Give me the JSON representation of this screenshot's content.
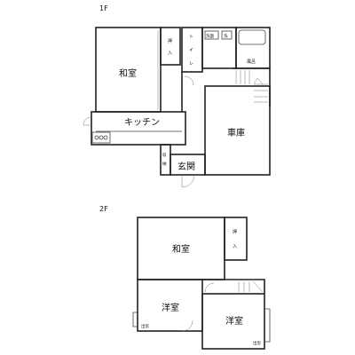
{
  "floors": {
    "first": {
      "label": "1F",
      "washitsu": "和室",
      "oshiire": [
        "押",
        "入"
      ],
      "toilet": [
        "ト",
        "イ",
        "レ"
      ],
      "senmen": "洗面",
      "sentaku": "洗",
      "furo": "風呂",
      "kitchen": "キッチン",
      "shako": "車庫",
      "shuno": [
        "収",
        "納"
      ],
      "genkan": "玄関"
    },
    "second": {
      "label": "2F",
      "washitsu": "和室",
      "oshiire": [
        "押",
        "入"
      ],
      "yoshitsu_left": "洋室",
      "yoshitsu_right": "洋室",
      "demado_left": "出窓",
      "demado_right": "出窓"
    }
  }
}
